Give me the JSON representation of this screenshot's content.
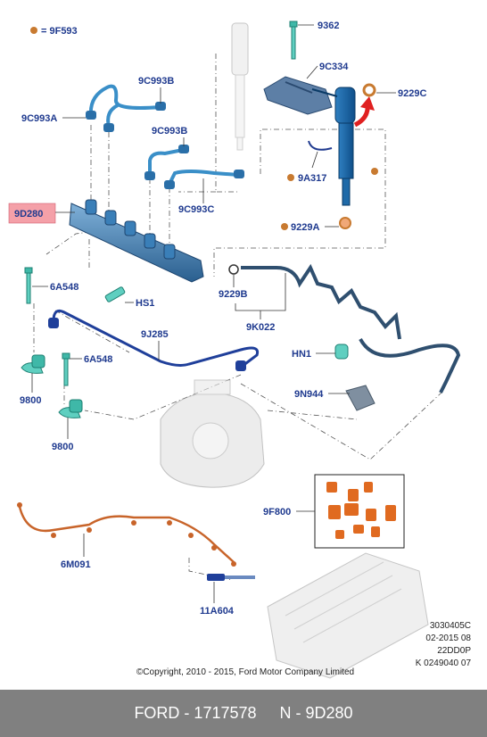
{
  "diagram": {
    "legend": {
      "marker_label": "= 9F593"
    },
    "labels": {
      "9362": "9362",
      "9C334": "9C334",
      "9229C": "9229C",
      "9C993B_top": "9C993B",
      "9C993A": "9C993A",
      "9C993B_mid": "9C993B",
      "9A317": "9A317",
      "9C993C": "9C993C",
      "9D280": "9D280",
      "9229A": "9229A",
      "6A548_top": "6A548",
      "HS1": "HS1",
      "9229B": "9229B",
      "9K022": "9K022",
      "9J285": "9J285",
      "HN1": "HN1",
      "6A548_bottom": "6A548",
      "9800_top": "9800",
      "9N944": "9N944",
      "9800_bottom": "9800",
      "9F800": "9F800",
      "6M091": "6M091",
      "11A604": "11A604"
    },
    "doc_codes": [
      "3030405C",
      "02-2015 08",
      "22DD0P",
      "K 0249040 07"
    ],
    "copyright": "©Copyright, 2010 - 2015, Ford Motor Company Limited",
    "colors": {
      "label": "#1f3a8f",
      "highlight": "#f4a0a8",
      "part_blue": "#2a6fa8",
      "part_teal": "#3fb8a8",
      "harness": "#c8642a",
      "gasket": "#c87a30"
    }
  },
  "footer": {
    "brand_part": "FORD - 1717578",
    "ref": "N - 9D280"
  }
}
